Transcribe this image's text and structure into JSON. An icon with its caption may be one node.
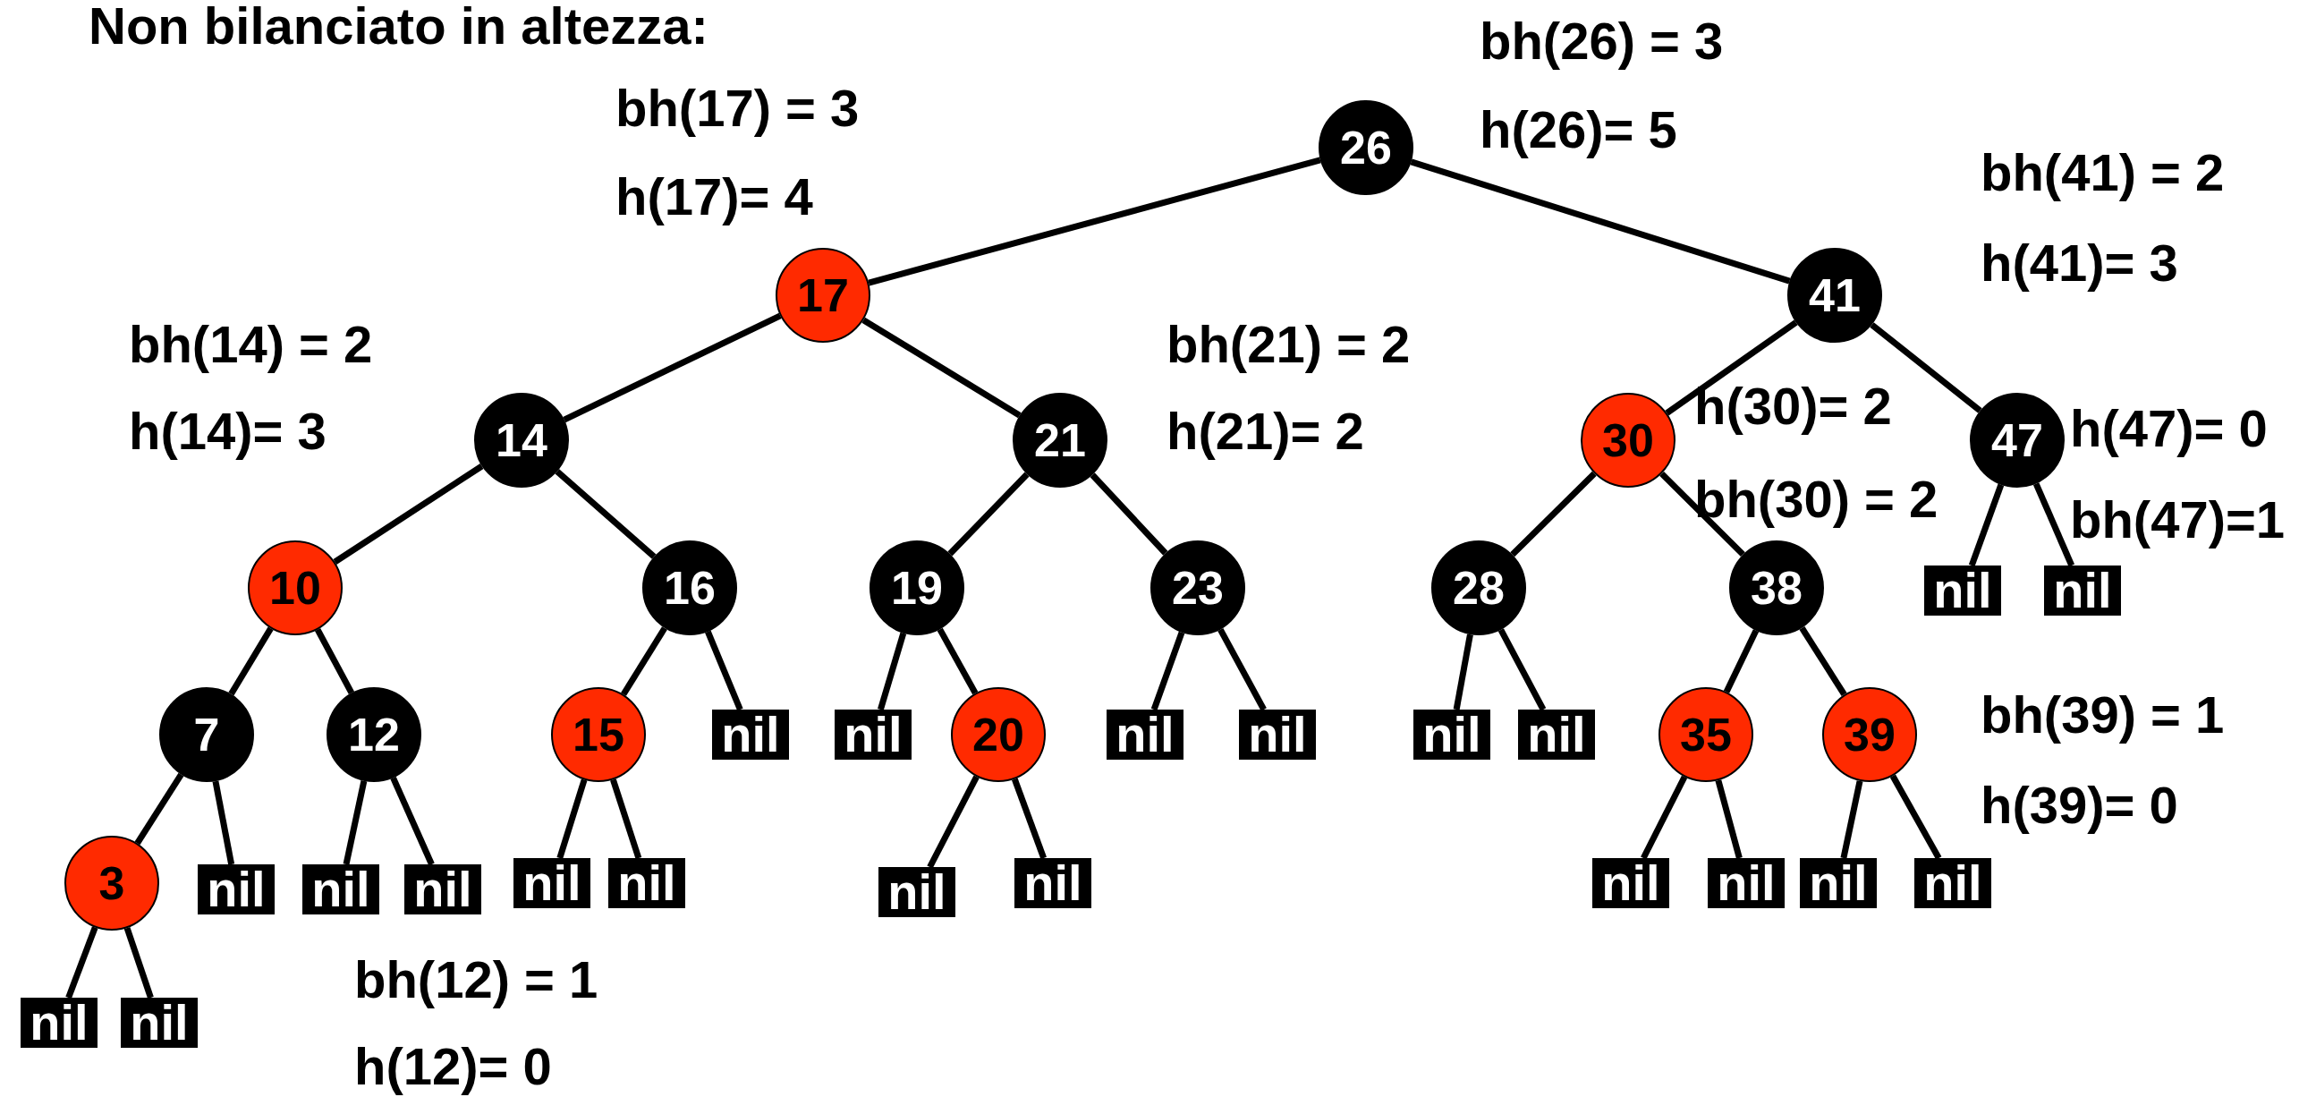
{
  "diagram": {
    "title": "Non bilanciato in altezza:",
    "nodes": [
      {
        "text": [
          "26"
        ],
        "beside": [
          "bh(26) = 3",
          "h(26)= 5"
        ]
      },
      {
        "text": [
          "17"
        ],
        "beside": [
          "bh(17) = 3",
          "h(17)= 4"
        ]
      },
      {
        "text": [
          "41"
        ],
        "beside": [
          "bh(41) = 2",
          "h(41)= 3"
        ]
      },
      {
        "text": [
          "14"
        ],
        "beside": [
          "bh(14) = 2",
          "h(14)= 3"
        ]
      },
      {
        "text": [
          "21"
        ],
        "beside": [
          "bh(21) = 2",
          "h(21)= 2"
        ]
      },
      {
        "text": [
          "30"
        ],
        "beside": [
          "h(30)= 2",
          "bh(30) = 2"
        ]
      },
      {
        "text": [
          "47"
        ],
        "beside": [
          "h(47)= 0",
          "bh(47)=1"
        ]
      },
      {
        "text": [
          "10"
        ]
      },
      {
        "text": [
          "16"
        ]
      },
      {
        "text": [
          "19"
        ]
      },
      {
        "text": [
          "23"
        ]
      },
      {
        "text": [
          "28"
        ]
      },
      {
        "text": [
          "38"
        ]
      },
      {
        "text": [
          "nil"
        ]
      },
      {
        "text": [
          "nil"
        ]
      },
      {
        "text": [
          "7"
        ]
      },
      {
        "text": [
          "12"
        ],
        "beside": [
          "bh(12) = 1",
          "h(12)= 0"
        ]
      },
      {
        "text": [
          "15"
        ]
      },
      {
        "text": [
          "nil"
        ]
      },
      {
        "text": [
          "nil"
        ]
      },
      {
        "text": [
          "20"
        ]
      },
      {
        "text": [
          "nil"
        ]
      },
      {
        "text": [
          "nil"
        ]
      },
      {
        "text": [
          "nil"
        ]
      },
      {
        "text": [
          "nil"
        ]
      },
      {
        "text": [
          "35"
        ]
      },
      {
        "text": [
          "39"
        ],
        "beside": [
          "bh(39) = 1",
          "h(39)= 0"
        ]
      },
      {
        "text": [
          "3"
        ]
      },
      {
        "text": [
          "nil"
        ]
      },
      {
        "text": [
          "nil"
        ]
      },
      {
        "text": [
          "nil"
        ]
      },
      {
        "text": [
          "nil"
        ]
      },
      {
        "text": [
          "nil"
        ]
      },
      {
        "text": [
          "nil"
        ]
      },
      {
        "text": [
          "nil"
        ]
      },
      {
        "text": [
          "nil"
        ]
      },
      {
        "text": [
          "nil"
        ]
      },
      {
        "text": [
          "nil"
        ]
      },
      {
        "text": [
          "nil"
        ]
      },
      {
        "text": [
          "nil"
        ]
      },
      {
        "text": [
          "nil"
        ]
      }
    ],
    "edges": [
      {
        "from": 0,
        "to": 1,
        "arrow": "none"
      },
      {
        "from": 0,
        "to": 2,
        "arrow": "none"
      },
      {
        "from": 1,
        "to": 3,
        "arrow": "none"
      },
      {
        "from": 1,
        "to": 4,
        "arrow": "none"
      },
      {
        "from": 2,
        "to": 5,
        "arrow": "none"
      },
      {
        "from": 2,
        "to": 6,
        "arrow": "none"
      },
      {
        "from": 3,
        "to": 7,
        "arrow": "none"
      },
      {
        "from": 3,
        "to": 8,
        "arrow": "none"
      },
      {
        "from": 4,
        "to": 9,
        "arrow": "none"
      },
      {
        "from": 4,
        "to": 10,
        "arrow": "none"
      },
      {
        "from": 5,
        "to": 11,
        "arrow": "none"
      },
      {
        "from": 5,
        "to": 12,
        "arrow": "none"
      },
      {
        "from": 6,
        "to": 13,
        "arrow": "none"
      },
      {
        "from": 6,
        "to": 14,
        "arrow": "none"
      },
      {
        "from": 7,
        "to": 15,
        "arrow": "none"
      },
      {
        "from": 7,
        "to": 16,
        "arrow": "none"
      },
      {
        "from": 8,
        "to": 17,
        "arrow": "none"
      },
      {
        "from": 8,
        "to": 18,
        "arrow": "none"
      },
      {
        "from": 9,
        "to": 19,
        "arrow": "none"
      },
      {
        "from": 9,
        "to": 20,
        "arrow": "none"
      },
      {
        "from": 10,
        "to": 21,
        "arrow": "none"
      },
      {
        "from": 10,
        "to": 22,
        "arrow": "none"
      },
      {
        "from": 11,
        "to": 23,
        "arrow": "none"
      },
      {
        "from": 11,
        "to": 24,
        "arrow": "none"
      },
      {
        "from": 12,
        "to": 25,
        "arrow": "none"
      },
      {
        "from": 12,
        "to": 26,
        "arrow": "none"
      },
      {
        "from": 15,
        "to": 27,
        "arrow": "none"
      },
      {
        "from": 15,
        "to": 28,
        "arrow": "none"
      },
      {
        "from": 16,
        "to": 29,
        "arrow": "none"
      },
      {
        "from": 16,
        "to": 30,
        "arrow": "none"
      },
      {
        "from": 17,
        "to": 31,
        "arrow": "none"
      },
      {
        "from": 17,
        "to": 32,
        "arrow": "none"
      },
      {
        "from": 20,
        "to": 33,
        "arrow": "none"
      },
      {
        "from": 20,
        "to": 34,
        "arrow": "none"
      },
      {
        "from": 25,
        "to": 35,
        "arrow": "none"
      },
      {
        "from": 25,
        "to": 36,
        "arrow": "none"
      },
      {
        "from": 26,
        "to": 37,
        "arrow": "none"
      },
      {
        "from": 26,
        "to": 38,
        "arrow": "none"
      },
      {
        "from": 27,
        "to": 39,
        "arrow": "none"
      },
      {
        "from": 27,
        "to": 40,
        "arrow": "none"
      }
    ]
  }
}
